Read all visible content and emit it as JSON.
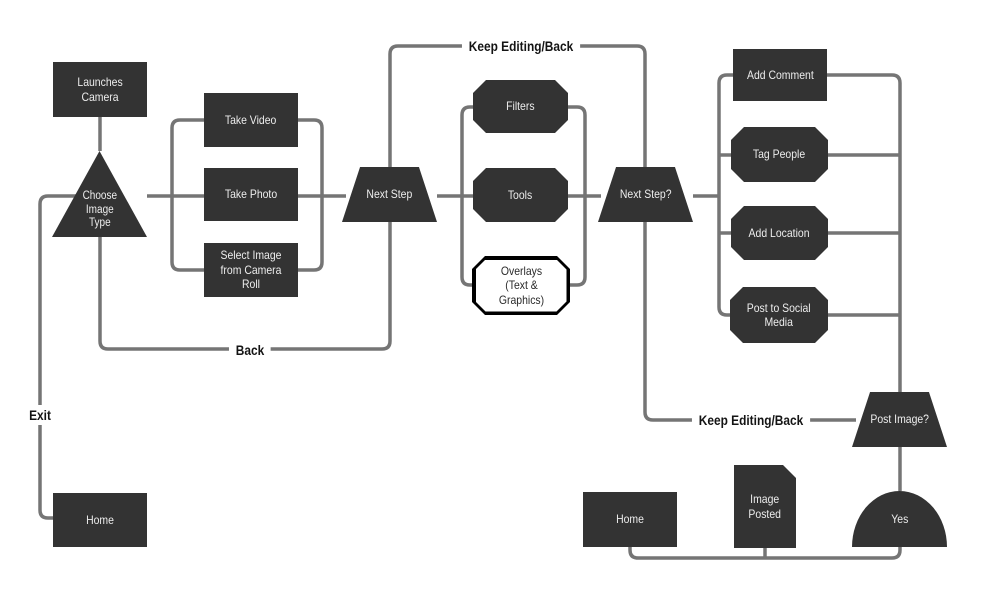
{
  "diagram": {
    "description": "Camera app image posting flowchart",
    "colors": {
      "node_fill": "#333333",
      "node_text": "#ededed",
      "connector": "#757575",
      "edge_label_text": "#141414",
      "highlight_node_border": "#000000",
      "background": "#ffffff"
    },
    "edge_labels": {
      "keep_editing_top": "Keep Editing/Back",
      "back": "Back",
      "exit": "Exit",
      "keep_editing_bottom": "Keep Editing/Back"
    },
    "nodes": {
      "launches_camera": {
        "label": "Launches\nCamera",
        "shape": "rectangle"
      },
      "choose_image_type": {
        "label": "Choose\nImage\nType",
        "shape": "triangle"
      },
      "take_video": {
        "label": "Take Video",
        "shape": "rectangle"
      },
      "take_photo": {
        "label": "Take Photo",
        "shape": "rectangle"
      },
      "select_image": {
        "label": "Select Image\nfrom Camera Roll",
        "shape": "rectangle"
      },
      "next_step": {
        "label": "Next Step",
        "shape": "trapezoid"
      },
      "filters": {
        "label": "Filters",
        "shape": "octagon"
      },
      "tools": {
        "label": "Tools",
        "shape": "octagon"
      },
      "overlays": {
        "label": "Overlays\n(Text & Graphics)",
        "shape": "octagon-outlined"
      },
      "next_step_q": {
        "label": "Next Step?",
        "shape": "trapezoid"
      },
      "add_comment": {
        "label": "Add Comment",
        "shape": "rectangle"
      },
      "tag_people": {
        "label": "Tag People",
        "shape": "octagon"
      },
      "add_location": {
        "label": "Add Location",
        "shape": "octagon"
      },
      "post_social": {
        "label": "Post to Social\nMedia",
        "shape": "octagon"
      },
      "post_image_q": {
        "label": "Post Image?",
        "shape": "trapezoid"
      },
      "yes": {
        "label": "Yes",
        "shape": "half-circle"
      },
      "image_posted": {
        "label": "Image\nPosted",
        "shape": "document"
      },
      "home_right": {
        "label": "Home",
        "shape": "rectangle"
      },
      "home_left": {
        "label": "Home",
        "shape": "rectangle"
      }
    }
  }
}
